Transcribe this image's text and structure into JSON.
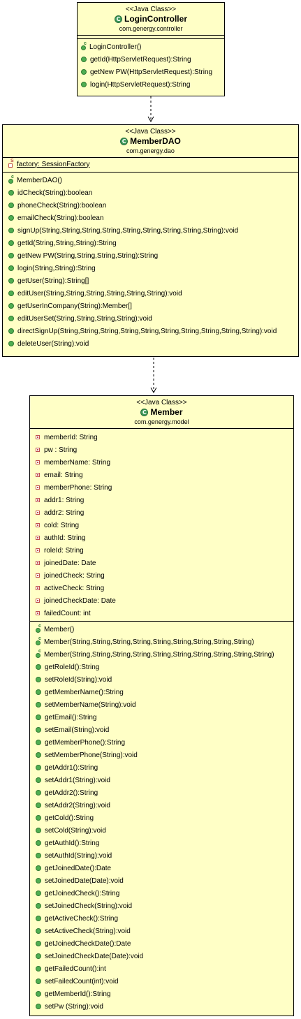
{
  "classes": [
    {
      "id": "login",
      "stereotype": "<<Java Class>>",
      "name": "LoginController",
      "package": "com.genergy.controller",
      "fields": [],
      "methods": [
        {
          "text": "LoginController()",
          "kind": "constructor"
        },
        {
          "text": "getId(HttpServletRequest):String",
          "kind": "method"
        },
        {
          "text": "getNew PW(HttpServletRequest):String",
          "kind": "method"
        },
        {
          "text": "login(HttpServletRequest):String",
          "kind": "method"
        }
      ]
    },
    {
      "id": "dao",
      "stereotype": "<<Java Class>>",
      "name": "MemberDAO",
      "package": "com.genergy.dao",
      "fields": [
        {
          "text": "factory: SessionFactory",
          "kind": "static"
        }
      ],
      "methods": [
        {
          "text": "MemberDAO()",
          "kind": "constructor"
        },
        {
          "text": "idCheck(String):boolean",
          "kind": "method"
        },
        {
          "text": "phoneCheck(String):boolean",
          "kind": "method"
        },
        {
          "text": "emailCheck(String):boolean",
          "kind": "method"
        },
        {
          "text": "signUp(String,String,String,String,String,String,String,String,String):void",
          "kind": "method"
        },
        {
          "text": "getId(String,String,String):String",
          "kind": "method"
        },
        {
          "text": "getNew PW(String,String,String,String):String",
          "kind": "method"
        },
        {
          "text": "login(String,String):String",
          "kind": "method"
        },
        {
          "text": "getUser(String):String[]",
          "kind": "method"
        },
        {
          "text": "editUser(String,String,String,String,String,String):void",
          "kind": "method"
        },
        {
          "text": "getUserInCompany(String):Member[]",
          "kind": "method"
        },
        {
          "text": "editUserSet(String,String,String,String):void",
          "kind": "method"
        },
        {
          "text": "directSignUp(String,String,String,String,String,String,String,String,String,String):void",
          "kind": "method"
        },
        {
          "text": "deleteUser(String):void",
          "kind": "method"
        }
      ]
    },
    {
      "id": "member",
      "stereotype": "<<Java Class>>",
      "name": "Member",
      "package": "com.genergy.model",
      "fields": [
        {
          "text": "memberId: String",
          "kind": "private"
        },
        {
          "text": "pw : String",
          "kind": "private"
        },
        {
          "text": "memberName: String",
          "kind": "private"
        },
        {
          "text": "email: String",
          "kind": "private"
        },
        {
          "text": "memberPhone: String",
          "kind": "private"
        },
        {
          "text": "addr1: String",
          "kind": "private"
        },
        {
          "text": "addr2: String",
          "kind": "private"
        },
        {
          "text": "cold: String",
          "kind": "private"
        },
        {
          "text": "authId: String",
          "kind": "private"
        },
        {
          "text": "roleId: String",
          "kind": "private"
        },
        {
          "text": "joinedDate: Date",
          "kind": "private"
        },
        {
          "text": "joinedCheck: String",
          "kind": "private"
        },
        {
          "text": "activeCheck: String",
          "kind": "private"
        },
        {
          "text": "joinedCheckDate: Date",
          "kind": "private"
        },
        {
          "text": "failedCount: int",
          "kind": "private"
        }
      ],
      "methods": [
        {
          "text": "Member()",
          "kind": "constructor"
        },
        {
          "text": "Member(String,String,String,String,String,String,String,String,String)",
          "kind": "constructor"
        },
        {
          "text": "Member(String,String,String,String,String,String,String,String,String,String)",
          "kind": "constructor"
        },
        {
          "text": "getRoleId():String",
          "kind": "method"
        },
        {
          "text": "setRoleId(String):void",
          "kind": "method"
        },
        {
          "text": "getMemberName():String",
          "kind": "method"
        },
        {
          "text": "setMemberName(String):void",
          "kind": "method"
        },
        {
          "text": "getEmail():String",
          "kind": "method"
        },
        {
          "text": "setEmail(String):void",
          "kind": "method"
        },
        {
          "text": "getMemberPhone():String",
          "kind": "method"
        },
        {
          "text": "setMemberPhone(String):void",
          "kind": "method"
        },
        {
          "text": "getAddr1():String",
          "kind": "method"
        },
        {
          "text": "setAddr1(String):void",
          "kind": "method"
        },
        {
          "text": "getAddr2():String",
          "kind": "method"
        },
        {
          "text": "setAddr2(String):void",
          "kind": "method"
        },
        {
          "text": "getCold():String",
          "kind": "method"
        },
        {
          "text": "setCold(String):void",
          "kind": "method"
        },
        {
          "text": "getAuthId():String",
          "kind": "method"
        },
        {
          "text": "setAuthId(String):void",
          "kind": "method"
        },
        {
          "text": "getJoinedDate():Date",
          "kind": "method"
        },
        {
          "text": "setJoinedDate(Date):void",
          "kind": "method"
        },
        {
          "text": "getJoinedCheck():String",
          "kind": "method"
        },
        {
          "text": "setJoinedCheck(String):void",
          "kind": "method"
        },
        {
          "text": "getActiveCheck():String",
          "kind": "method"
        },
        {
          "text": "setActiveCheck(String):void",
          "kind": "method"
        },
        {
          "text": "getJoinedCheckDate():Date",
          "kind": "method"
        },
        {
          "text": "setJoinedCheckDate(Date):void",
          "kind": "method"
        },
        {
          "text": "getFailedCount():int",
          "kind": "method"
        },
        {
          "text": "setFailedCount(int):void",
          "kind": "method"
        },
        {
          "text": "getMemberId():String",
          "kind": "method"
        },
        {
          "text": "setPw (String):void",
          "kind": "method"
        }
      ]
    }
  ],
  "icons": {
    "class": "class-icon",
    "method": "public-method-icon",
    "constructor": "constructor-icon",
    "field": "private-field-icon",
    "static_field": "static-field-icon"
  },
  "colors": {
    "class_fill": "#ffffc6",
    "class_icon": "#3f9b5b",
    "method_icon": "#4fae52",
    "field_icon": "#c0504d"
  }
}
